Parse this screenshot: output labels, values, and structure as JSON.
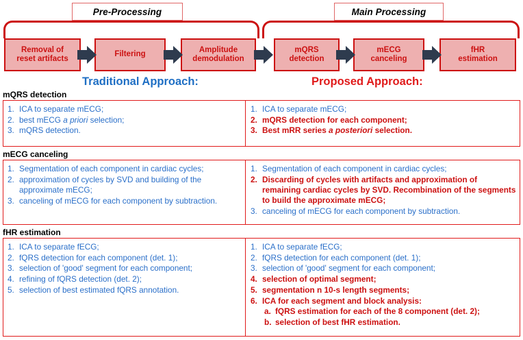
{
  "phases": {
    "pre": "Pre-Processing",
    "main": "Main Processing"
  },
  "flow_boxes": [
    {
      "line1": "Removal of",
      "line2": "reset artifacts"
    },
    {
      "line1": "Filtering",
      "line2": ""
    },
    {
      "line1": "Amplitude",
      "line2": "demodulation"
    },
    {
      "line1": "mQRS",
      "line2": "detection"
    },
    {
      "line1": "mECG",
      "line2": "canceling"
    },
    {
      "line1": "fHR",
      "line2": "estimation"
    }
  ],
  "approach_headings": {
    "traditional": "Traditional Approach:",
    "proposed": "Proposed Approach:"
  },
  "colors": {
    "brand_red": "#cc1111",
    "accent_red": "#e01b1b",
    "blue_text": "#2a6fc9",
    "box_fill": "#eeb0b0",
    "arrow": "#2e3b4e"
  },
  "sections": [
    {
      "title": "mQRS detection",
      "left": [
        {
          "num": "1.",
          "text": "ICA to separate mECG;",
          "style": "plain"
        },
        {
          "num": "2.",
          "text": " best mECG ",
          "italic": "a priori",
          "tail": " selection;",
          "style": "plain"
        },
        {
          "num": "3.",
          "text": "mQRS detection.",
          "style": "plain"
        }
      ],
      "right": [
        {
          "num": "1.",
          "text": "ICA to separate mECG;",
          "style": "plain"
        },
        {
          "num": "2.",
          "text": " mQRS detection for each component;",
          "style": "em"
        },
        {
          "num": "3.",
          "text": "Best mRR series ",
          "italic": "a posteriori",
          "tail": " selection.",
          "style": "em"
        }
      ]
    },
    {
      "title": "mECG canceling",
      "left": [
        {
          "num": "1.",
          "text": "Segmentation of each component in cardiac cycles;",
          "style": "plain"
        },
        {
          "num": "2.",
          "text": "approximation of cycles by SVD and building of the approximate mECG;",
          "style": "plain"
        },
        {
          "num": "3.",
          "text": " canceling of mECG for each component by subtraction.",
          "style": "plain"
        }
      ],
      "right": [
        {
          "num": "1.",
          "text": "Segmentation of each component in cardiac cycles;",
          "style": "plain"
        },
        {
          "num": "2.",
          "text": "Discarding of cycles with artifacts and approximation of remaining cardiac cycles by SVD. Recombination of the segments to build the approximate mECG;",
          "style": "em"
        },
        {
          "num": "3.",
          "text": "canceling of mECG for each component by subtraction.",
          "style": "plain"
        }
      ]
    },
    {
      "title": "fHR estimation",
      "left": [
        {
          "num": "1.",
          "text": " ICA to separate fECG;",
          "style": "plain"
        },
        {
          "num": "2.",
          "text": "fQRS detection for each component (det. 1);",
          "style": "plain"
        },
        {
          "num": "3.",
          "text": "selection of 'good' segment for each component;",
          "style": "plain"
        },
        {
          "num": "4.",
          "text": "refining of fQRS detection (det. 2);",
          "style": "plain"
        },
        {
          "num": "5.",
          "text": "selection of best estimated fQRS annotation.",
          "style": "plain"
        }
      ],
      "right": [
        {
          "num": "1.",
          "text": "ICA to separate fECG;",
          "style": "plain"
        },
        {
          "num": "2.",
          "text": "fQRS detection for each component (det. 1);",
          "style": "plain"
        },
        {
          "num": "3.",
          "text": "selection of 'good' segment for each component;",
          "style": "plain"
        },
        {
          "num": "4.",
          "text": "selection  of optimal segment;",
          "style": "em"
        },
        {
          "num": "5.",
          "text": "segmentation n 10-s length segments;",
          "style": "em"
        },
        {
          "num": "6.",
          "text": "ICA for each segment and block analysis:",
          "style": "em"
        },
        {
          "num": "a.",
          "text": "fQRS estimation for each of the 8 component  (det. 2);",
          "style": "sub"
        },
        {
          "num": "b.",
          "text": "selection of best fHR estimation.",
          "style": "sub"
        }
      ]
    }
  ]
}
